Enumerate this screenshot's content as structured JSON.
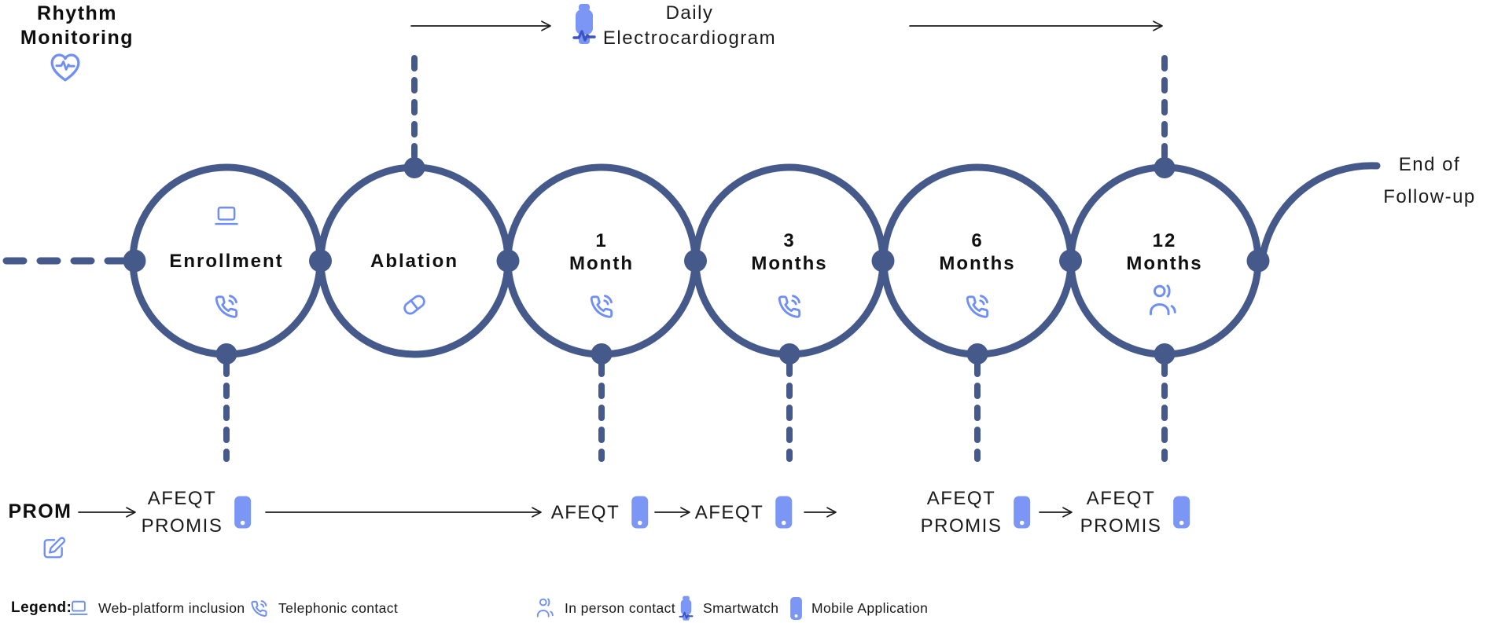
{
  "colors": {
    "primary_stroke": "#45598b",
    "icon_outline_blue": "#6f8ff7",
    "icon_fill_blue": "#7b96f5",
    "text": "#161616"
  },
  "header": {
    "rhythm_monitoring": {
      "label": "Rhythm\nMonitoring",
      "icon": "heart-pulse-icon"
    },
    "daily_ecg": {
      "label": "Daily\nElectrocardiogram",
      "icon": "smartwatch-icon"
    }
  },
  "end_of_followup": {
    "label": "End of\nFollow-up"
  },
  "timeline": {
    "stages": [
      {
        "label": "Enrollment",
        "top_icon": "laptop-icon",
        "bottom_icon": "telephone-icon"
      },
      {
        "label": "Ablation",
        "bottom_icon": "pill-icon"
      },
      {
        "label": "1\nMonth",
        "bottom_icon": "telephone-icon"
      },
      {
        "label": "3\nMonths",
        "bottom_icon": "telephone-icon"
      },
      {
        "label": "6\nMonths",
        "bottom_icon": "telephone-icon"
      },
      {
        "label": "12\nMonths",
        "bottom_icon": "person-icon"
      }
    ]
  },
  "prom": {
    "label": "PROM",
    "icon": "edit-icon",
    "items": [
      {
        "label": "AFEQT\nPROMIS",
        "icon": "mobile-icon"
      },
      {
        "label": "AFEQT",
        "icon": "mobile-icon"
      },
      {
        "label": "AFEQT",
        "icon": "mobile-icon"
      },
      {
        "label": "AFEQT\nPROMIS",
        "icon": "mobile-icon"
      },
      {
        "label": "AFEQT\nPROMIS",
        "icon": "mobile-icon"
      }
    ]
  },
  "legend": {
    "title": "Legend:",
    "items": [
      {
        "icon": "laptop-icon",
        "label": "Web-platform inclusion"
      },
      {
        "icon": "telephone-icon",
        "label": "Telephonic contact"
      },
      {
        "icon": "person-icon",
        "label": "In person contact"
      },
      {
        "icon": "smartwatch-icon",
        "label": "Smartwatch"
      },
      {
        "icon": "mobile-icon",
        "label": "Mobile Application"
      }
    ]
  }
}
